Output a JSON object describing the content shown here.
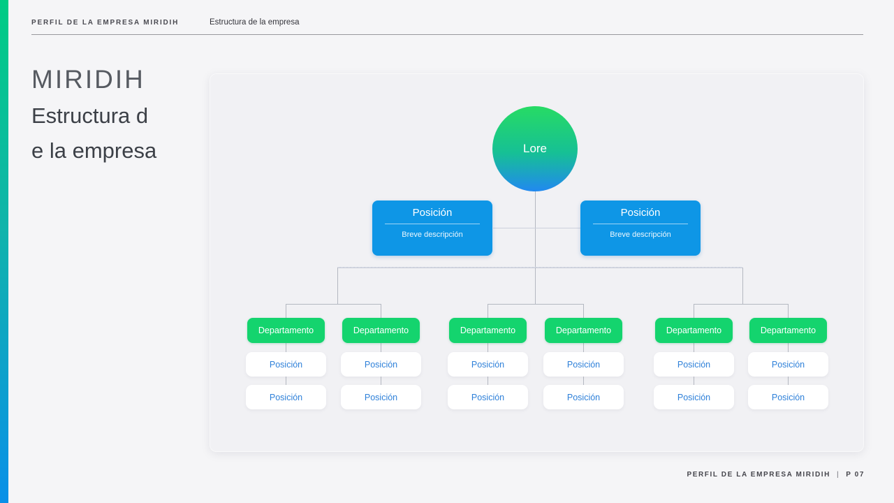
{
  "header": {
    "left_label": "PERFIL DE LA EMPRESA MIRIDIH",
    "section_label": "Estructura de la empresa"
  },
  "sidebar": {
    "brand": "MIRIDIH",
    "title_line1": "Estructura d",
    "title_line2": "e la empresa"
  },
  "org_chart": {
    "root": {
      "label": "Lore"
    },
    "managers": [
      {
        "title": "Posición",
        "description": "Breve descripción"
      },
      {
        "title": "Posición",
        "description": "Breve descripción"
      }
    ],
    "departments": [
      {
        "label": "Departamento",
        "positions": [
          "Posición",
          "Posición"
        ]
      },
      {
        "label": "Departamento",
        "positions": [
          "Posición",
          "Posición"
        ]
      },
      {
        "label": "Departamento",
        "positions": [
          "Posición",
          "Posición"
        ]
      },
      {
        "label": "Departamento",
        "positions": [
          "Posición",
          "Posición"
        ]
      },
      {
        "label": "Departamento",
        "positions": [
          "Posición",
          "Posición"
        ]
      },
      {
        "label": "Departamento",
        "positions": [
          "Posición",
          "Posición"
        ]
      }
    ]
  },
  "footer": {
    "label": "PERFIL DE LA EMPRESA MIRIDIH",
    "separator": "|",
    "page": "P 07"
  },
  "colors": {
    "accent_green": "#00cc84",
    "accent_blue": "#0a90e8",
    "node_blue": "#0e96e6",
    "node_green": "#14d46e",
    "position_text_blue": "#2e80d9",
    "connector_gray": "#b4b8c1",
    "panel_bg": "#f1f1f4",
    "page_bg": "#f5f5f7"
  }
}
